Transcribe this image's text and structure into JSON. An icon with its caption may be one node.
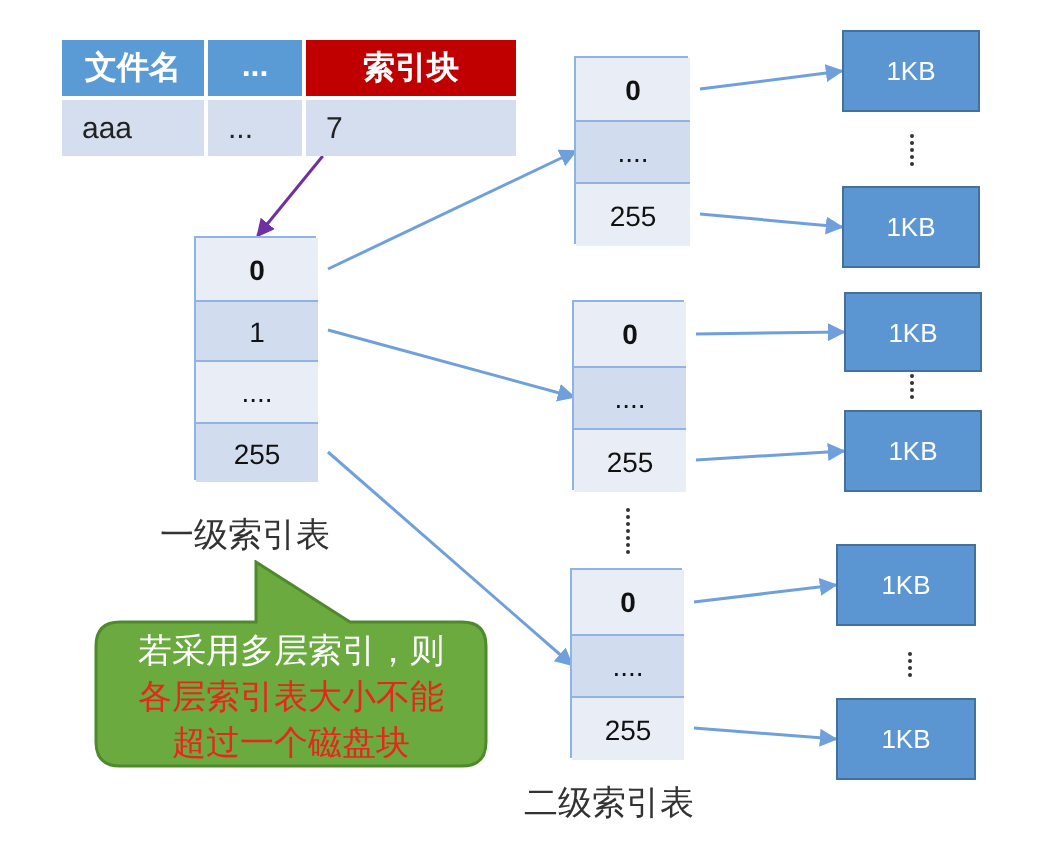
{
  "diagram": {
    "nodes": [
      {
        "text": [
          "文件名"
        ]
      },
      {
        "text": [
          "..."
        ]
      },
      {
        "text": [
          "索引块"
        ]
      },
      {
        "text": [
          "aaa"
        ]
      },
      {
        "text": [
          "..."
        ]
      },
      {
        "text": [
          "7"
        ]
      },
      {
        "text": [],
        "shape": "box"
      },
      {
        "text": [
          "0"
        ],
        "in": 6
      },
      {
        "text": [
          "1"
        ],
        "in": 6
      },
      {
        "text": [
          "...."
        ],
        "in": 6
      },
      {
        "text": [
          "255"
        ],
        "in": 6
      },
      {
        "text": [],
        "shape": "box"
      },
      {
        "text": [
          "0"
        ],
        "in": 11
      },
      {
        "text": [
          "...."
        ],
        "in": 11
      },
      {
        "text": [
          "255"
        ],
        "in": 11
      },
      {
        "text": [],
        "shape": "box"
      },
      {
        "text": [
          "0"
        ],
        "in": 15
      },
      {
        "text": [
          "...."
        ],
        "in": 15
      },
      {
        "text": [
          "255"
        ],
        "in": 15
      },
      {
        "text": [],
        "shape": "box",
        "beside": [
          "二级索引表"
        ]
      },
      {
        "text": [
          "0"
        ],
        "in": 19
      },
      {
        "text": [
          "...."
        ],
        "in": 19
      },
      {
        "text": [
          "255"
        ],
        "in": 19
      },
      {
        "text": [
          "1KB"
        ]
      },
      {
        "text": [
          "1KB"
        ]
      },
      {
        "text": [
          "1KB"
        ]
      },
      {
        "text": [
          "1KB"
        ]
      },
      {
        "text": [
          "1KB"
        ]
      },
      {
        "text": [
          "1KB"
        ]
      },
      {
        "text": [
          "若采用多层索引，则",
          "各层索引表大小不能超过一个磁盘块"
        ]
      }
    ],
    "edges": [
      {
        "from": 5,
        "to": 6,
        "arrow": "to",
        "color": "#7030a0"
      },
      {
        "from": 7,
        "to": 13,
        "arrow": "to"
      },
      {
        "from": 8,
        "to": 17,
        "arrow": "to"
      },
      {
        "from": 10,
        "to": 21,
        "arrow": "to"
      },
      {
        "from": 12,
        "to": 23,
        "arrow": "to"
      },
      {
        "from": 14,
        "to": 24,
        "arrow": "to"
      },
      {
        "from": 16,
        "to": 25,
        "arrow": "to"
      },
      {
        "from": 18,
        "to": 26,
        "arrow": "to"
      },
      {
        "from": 20,
        "to": 27,
        "arrow": "to"
      },
      {
        "from": 22,
        "to": 28,
        "arrow": "to"
      }
    ],
    "labels": [
      "一级索引表"
    ]
  }
}
